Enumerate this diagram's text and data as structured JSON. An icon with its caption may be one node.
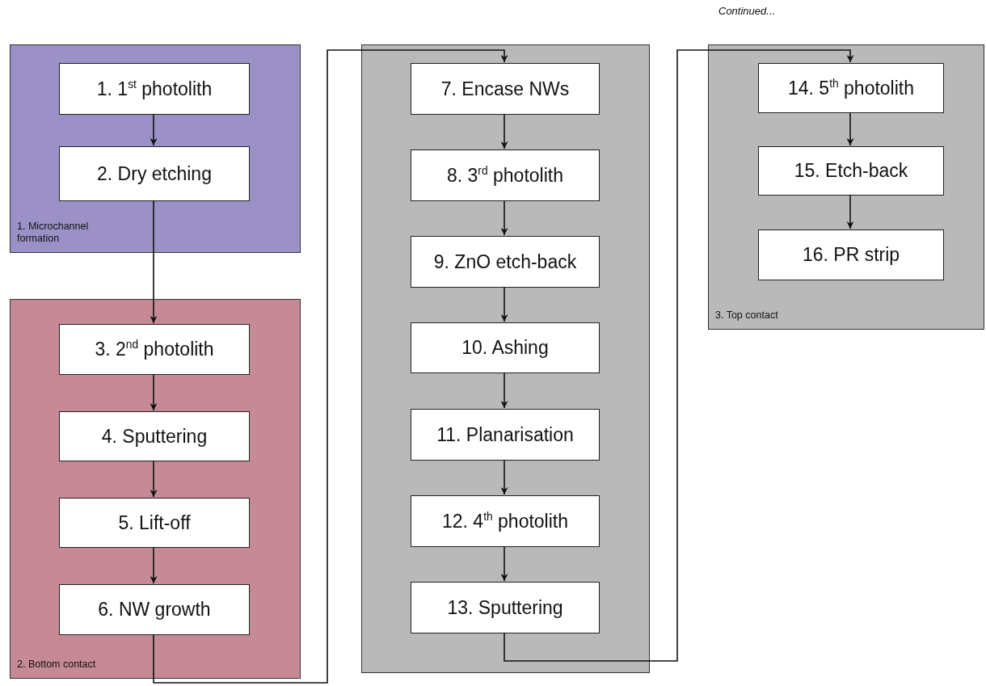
{
  "diagram": {
    "nodes": [
      {
        "text": [
          "1. Microchannel formation"
        ]
      },
      {
        "text": [
          "1. 1$^{st}$ photolith"
        ],
        "in": 0
      },
      {
        "text": [
          "2. Dry etching"
        ],
        "in": 0
      },
      {
        "text": [
          "2. Bottom contact"
        ]
      },
      {
        "text": [
          "3. 2$^{nd}$ photolith"
        ],
        "in": 3
      },
      {
        "text": [
          "4. Sputtering"
        ],
        "in": 3
      },
      {
        "text": [
          "5. Lift-off"
        ],
        "in": 3
      },
      {
        "text": [
          "6. NW growth"
        ],
        "in": 3
      },
      {
        "text": [],
        "shape": "box"
      },
      {
        "text": [
          "7. Encase NWs"
        ],
        "in": 8
      },
      {
        "text": [
          "8. 3$^{rd}$ photolith"
        ],
        "in": 8
      },
      {
        "text": [
          "9. ZnO etch-back"
        ],
        "in": 8
      },
      {
        "text": [
          "10. Ashing"
        ],
        "in": 8
      },
      {
        "text": [
          "11. Planarisation"
        ],
        "in": 8
      },
      {
        "text": [
          "12. 4$^{th}$ photolith"
        ],
        "in": 8
      },
      {
        "text": [
          "13. Sputtering"
        ],
        "in": 8
      },
      {
        "text": [
          "3. Top contact"
        ]
      },
      {
        "text": [
          "14. 5$^{th}$ photolith"
        ],
        "in": 16
      },
      {
        "text": [
          "15. Etch-back"
        ],
        "in": 16
      },
      {
        "text": [
          "16. PR strip"
        ],
        "in": 16
      }
    ],
    "edges": [
      {
        "from": 1,
        "to": 2,
        "arrow": "to"
      },
      {
        "from": 2,
        "to": 4,
        "arrow": "to"
      },
      {
        "from": 4,
        "to": 5,
        "arrow": "to"
      },
      {
        "from": 5,
        "to": 6,
        "arrow": "to"
      },
      {
        "from": 6,
        "to": 7,
        "arrow": "to"
      },
      {
        "from": 7,
        "to": 9,
        "arrow": "to"
      },
      {
        "from": 9,
        "to": 10,
        "arrow": "to"
      },
      {
        "from": 10,
        "to": 11,
        "arrow": "to"
      },
      {
        "from": 11,
        "to": 12,
        "arrow": "to"
      },
      {
        "from": 12,
        "to": 13,
        "arrow": "to"
      },
      {
        "from": 13,
        "to": 14,
        "arrow": "to"
      },
      {
        "from": 14,
        "to": 15,
        "arrow": "to"
      },
      {
        "from": 15,
        "to": 17,
        "arrow": "to"
      },
      {
        "from": 17,
        "to": 18,
        "arrow": "to"
      },
      {
        "from": 18,
        "to": 19,
        "arrow": "to"
      }
    ],
    "labels": [
      "Continued..."
    ]
  }
}
